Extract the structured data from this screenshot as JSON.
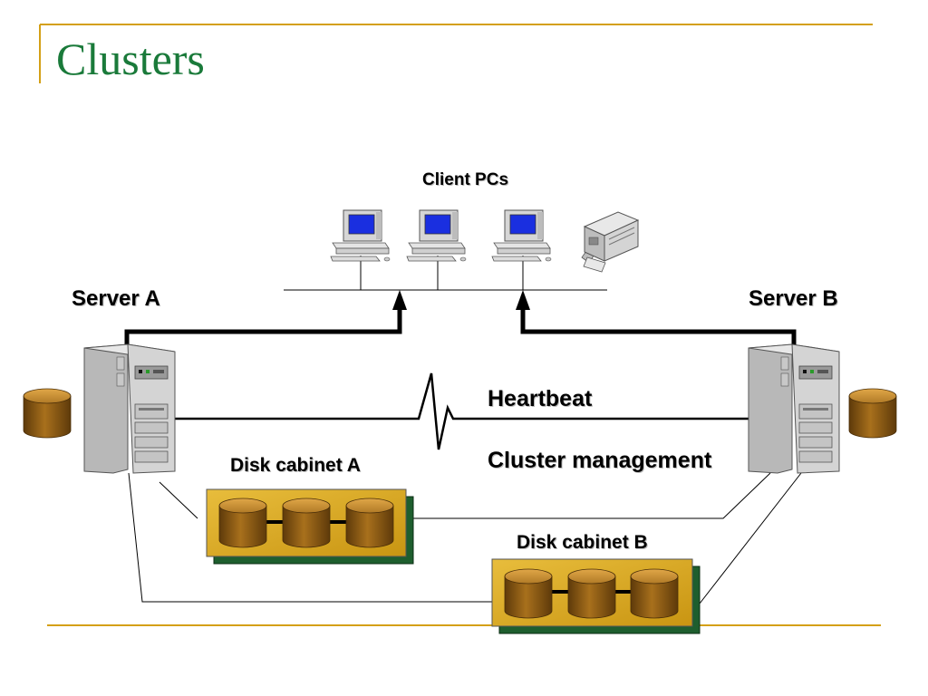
{
  "slide": {
    "title": "Clusters"
  },
  "labels": {
    "client_pcs": "Client PCs",
    "server_a": "Server A",
    "server_b": "Server B",
    "heartbeat": "Heartbeat",
    "cluster_management": "Cluster management",
    "disk_cabinet_a": "Disk cabinet A",
    "disk_cabinet_b": "Disk cabinet B"
  },
  "nodes": [
    {
      "id": "client-pc-1",
      "kind": "desktop-computer-icon"
    },
    {
      "id": "client-pc-2",
      "kind": "desktop-computer-icon"
    },
    {
      "id": "client-pc-3",
      "kind": "desktop-computer-icon"
    },
    {
      "id": "printer",
      "kind": "printer-icon"
    },
    {
      "id": "server-a",
      "kind": "server-tower-icon"
    },
    {
      "id": "server-b",
      "kind": "server-tower-icon"
    },
    {
      "id": "disk-a-local",
      "kind": "disk-icon"
    },
    {
      "id": "disk-b-local",
      "kind": "disk-icon"
    },
    {
      "id": "disk-cabinet-a",
      "kind": "disk-cabinet-icon",
      "disks": 3
    },
    {
      "id": "disk-cabinet-b",
      "kind": "disk-cabinet-icon",
      "disks": 3
    }
  ],
  "edges": [
    {
      "from": "server-a",
      "to": "client-network",
      "style": "bold-arrow"
    },
    {
      "from": "server-b",
      "to": "client-network",
      "style": "bold-arrow"
    },
    {
      "from": "server-a",
      "to": "server-b",
      "style": "heartbeat-pulse"
    },
    {
      "from": "server-a",
      "to": "disk-cabinet-a",
      "style": "thin"
    },
    {
      "from": "server-a",
      "to": "disk-cabinet-b",
      "style": "thin"
    },
    {
      "from": "server-b",
      "to": "disk-cabinet-a",
      "style": "thin"
    },
    {
      "from": "server-b",
      "to": "disk-cabinet-b",
      "style": "thin"
    }
  ],
  "colors": {
    "title": "#1a7a3a",
    "accent_line": "#d4a017",
    "screen": "#1a2fe0",
    "cabinet_face": "#d4a017",
    "cabinet_shadow": "#1e5e2e",
    "disk": "#8b5a14"
  }
}
